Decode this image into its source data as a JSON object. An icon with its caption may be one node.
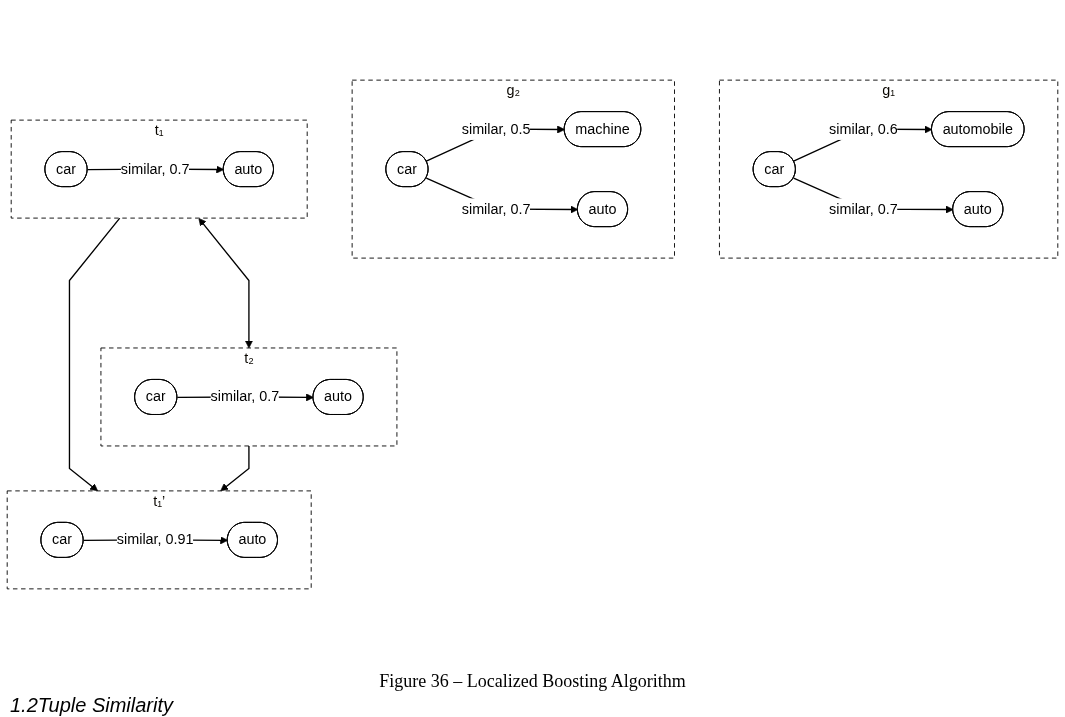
{
  "diagram": {
    "caption": "Figure 36 – Localized Boosting Algorithm",
    "nodes": [
      {
        "text": [
          "g₁"
        ]
      },
      {
        "text": [
          "car"
        ],
        "in": 0
      },
      {
        "text": [
          "automobile"
        ],
        "in": 0
      },
      {
        "text": [
          "auto"
        ],
        "in": 0
      },
      {
        "text": [
          "g₂"
        ]
      },
      {
        "text": [
          "car"
        ],
        "in": 4
      },
      {
        "text": [
          "machine"
        ],
        "in": 4
      },
      {
        "text": [
          "auto"
        ],
        "in": 4
      },
      {
        "text": [
          "t₁"
        ]
      },
      {
        "text": [
          "car"
        ],
        "in": 8
      },
      {
        "text": [
          "auto"
        ],
        "in": 8
      },
      {
        "text": [
          "t₂"
        ]
      },
      {
        "text": [
          "car"
        ],
        "in": 11
      },
      {
        "text": [
          "auto"
        ],
        "in": 11
      },
      {
        "text": [
          "t₁’"
        ]
      },
      {
        "text": [
          "car"
        ],
        "in": 14
      },
      {
        "text": [
          "auto"
        ],
        "in": 14
      }
    ],
    "edges": [
      {
        "from": 1,
        "to": 2,
        "arrow": "to",
        "label": "similar, 0.6"
      },
      {
        "from": 1,
        "to": 3,
        "arrow": "to",
        "label": "similar, 0.7"
      },
      {
        "from": 5,
        "to": 6,
        "arrow": "to",
        "label": "similar, 0.5"
      },
      {
        "from": 5,
        "to": 7,
        "arrow": "to",
        "label": "similar, 0.7"
      },
      {
        "from": 9,
        "to": 10,
        "arrow": "to",
        "label": "similar, 0.7"
      },
      {
        "from": 12,
        "to": 13,
        "arrow": "to",
        "label": "similar, 0.7"
      },
      {
        "from": 8,
        "to": 11,
        "arrow": "both"
      },
      {
        "from": 8,
        "to": 14,
        "arrow": "to"
      },
      {
        "from": 11,
        "to": 14,
        "arrow": "to"
      },
      {
        "from": 15,
        "to": 16,
        "arrow": "to",
        "label": "similar, 0.91"
      }
    ],
    "labels": [
      "1.2Tuple Similarity"
    ]
  }
}
